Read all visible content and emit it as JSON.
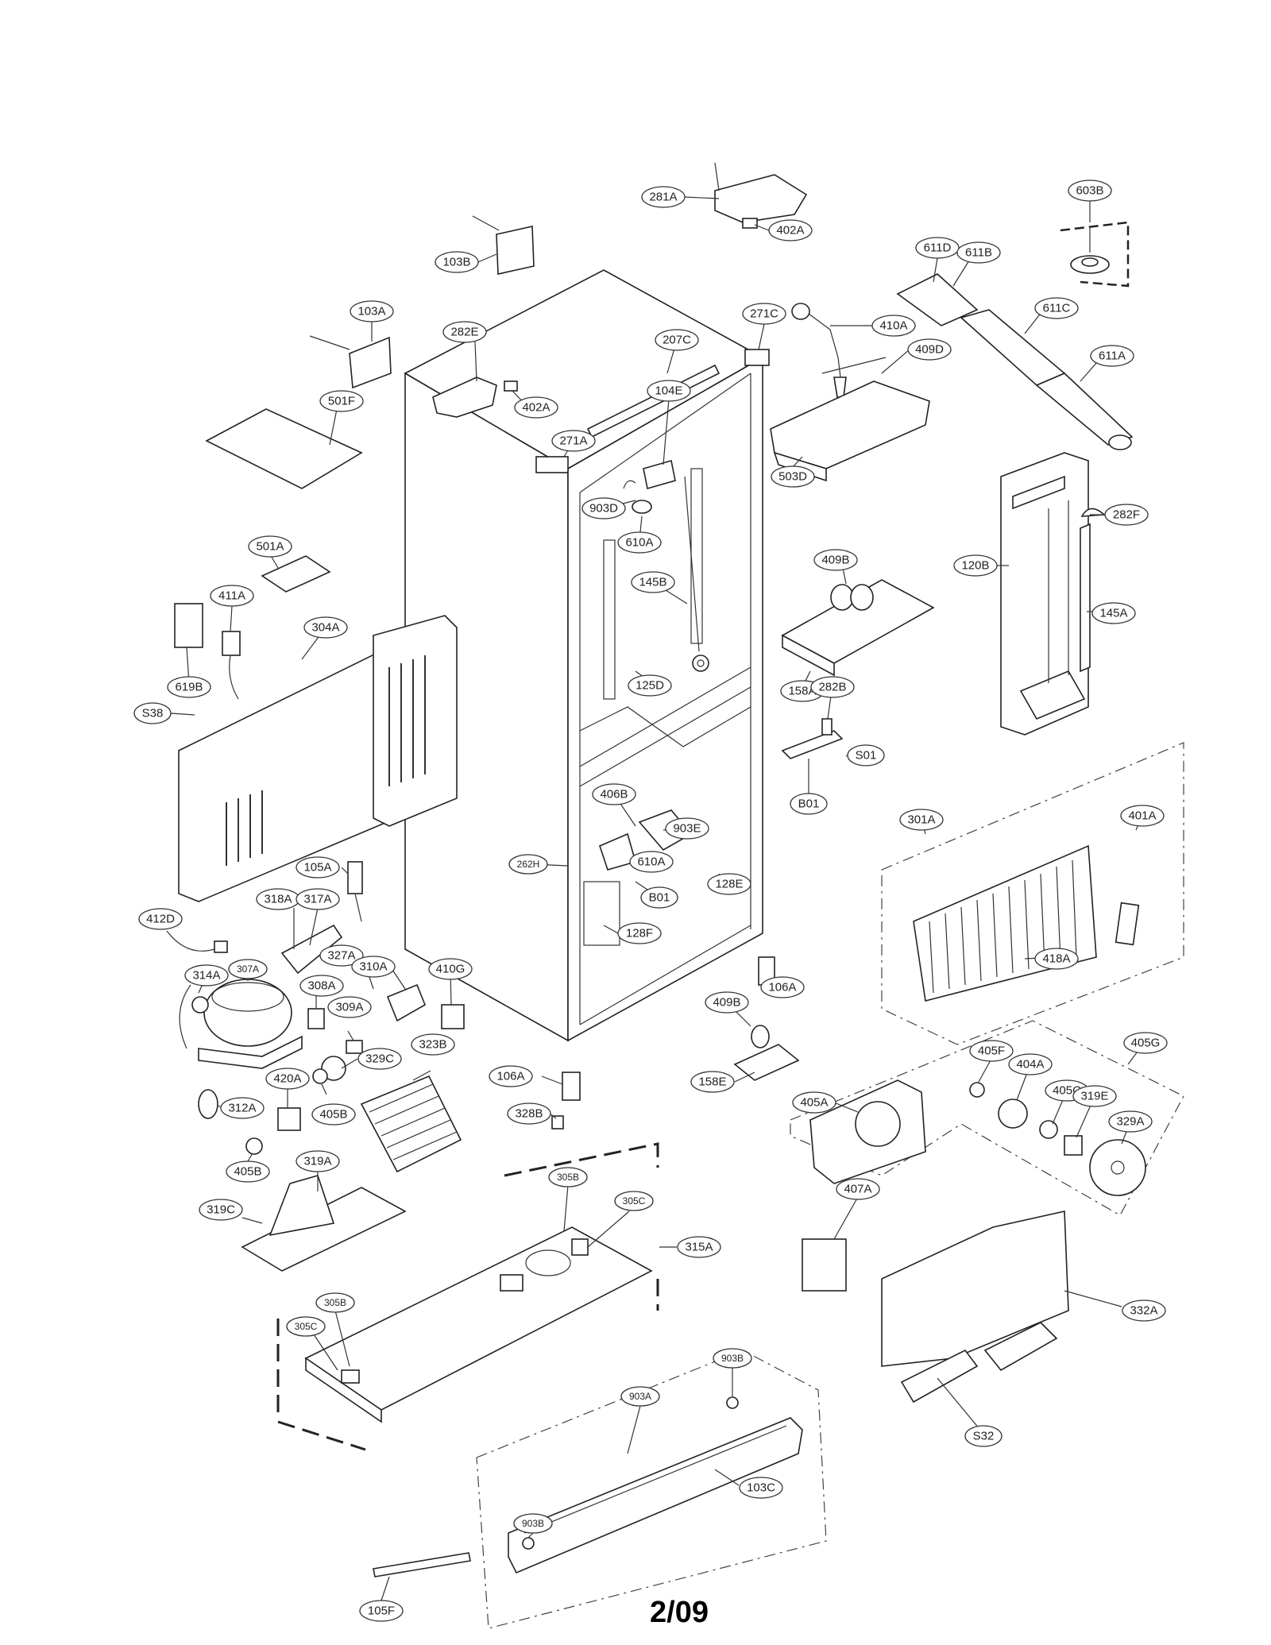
{
  "page_number": "2/09",
  "labels": [
    {
      "text": "281A"
    },
    {
      "text": "402A"
    },
    {
      "text": "603B"
    },
    {
      "text": "103B"
    },
    {
      "text": "611D"
    },
    {
      "text": "611B"
    },
    {
      "text": "103A"
    },
    {
      "text": "282E"
    },
    {
      "text": "271C"
    },
    {
      "text": "410A"
    },
    {
      "text": "611C"
    },
    {
      "text": "207C"
    },
    {
      "text": "409D"
    },
    {
      "text": "611A"
    },
    {
      "text": "402A"
    },
    {
      "text": "104E"
    },
    {
      "text": "501F"
    },
    {
      "text": "271A"
    },
    {
      "text": "503D"
    },
    {
      "text": "903D"
    },
    {
      "text": "282F"
    },
    {
      "text": "610A"
    },
    {
      "text": "501A"
    },
    {
      "text": "409B"
    },
    {
      "text": "120B"
    },
    {
      "text": "411A"
    },
    {
      "text": "145B"
    },
    {
      "text": "304A"
    },
    {
      "text": "145A"
    },
    {
      "text": "619B"
    },
    {
      "text": "125D"
    },
    {
      "text": "158A"
    },
    {
      "text": "S38"
    },
    {
      "text": "282B"
    },
    {
      "text": "S01"
    },
    {
      "text": "B01"
    },
    {
      "text": "301A"
    },
    {
      "text": "401A"
    },
    {
      "text": "406B"
    },
    {
      "text": "903E"
    },
    {
      "text": "105A"
    },
    {
      "text": "262H"
    },
    {
      "text": "610A"
    },
    {
      "text": "128E"
    },
    {
      "text": "B01"
    },
    {
      "text": "318A"
    },
    {
      "text": "317A"
    },
    {
      "text": "412D"
    },
    {
      "text": "128F"
    },
    {
      "text": "327A"
    },
    {
      "text": "418A"
    },
    {
      "text": "314A"
    },
    {
      "text": "307A"
    },
    {
      "text": "310A"
    },
    {
      "text": "410G"
    },
    {
      "text": "308A"
    },
    {
      "text": "106A"
    },
    {
      "text": "409B"
    },
    {
      "text": "309A"
    },
    {
      "text": "405G"
    },
    {
      "text": "405F"
    },
    {
      "text": "323B"
    },
    {
      "text": "329C"
    },
    {
      "text": "404A"
    },
    {
      "text": "420A"
    },
    {
      "text": "106A"
    },
    {
      "text": "158E"
    },
    {
      "text": "405C"
    },
    {
      "text": "319E"
    },
    {
      "text": "405A"
    },
    {
      "text": "312A"
    },
    {
      "text": "405B"
    },
    {
      "text": "328B"
    },
    {
      "text": "329A"
    },
    {
      "text": "405B"
    },
    {
      "text": "319A"
    },
    {
      "text": "305B"
    },
    {
      "text": "407A"
    },
    {
      "text": "319C"
    },
    {
      "text": "305C"
    },
    {
      "text": "315A"
    },
    {
      "text": "332A"
    },
    {
      "text": "305B"
    },
    {
      "text": "305C"
    },
    {
      "text": "903B"
    },
    {
      "text": "S32"
    },
    {
      "text": "903A"
    },
    {
      "text": "903B"
    },
    {
      "text": "103C"
    },
    {
      "text": "105F"
    }
  ]
}
